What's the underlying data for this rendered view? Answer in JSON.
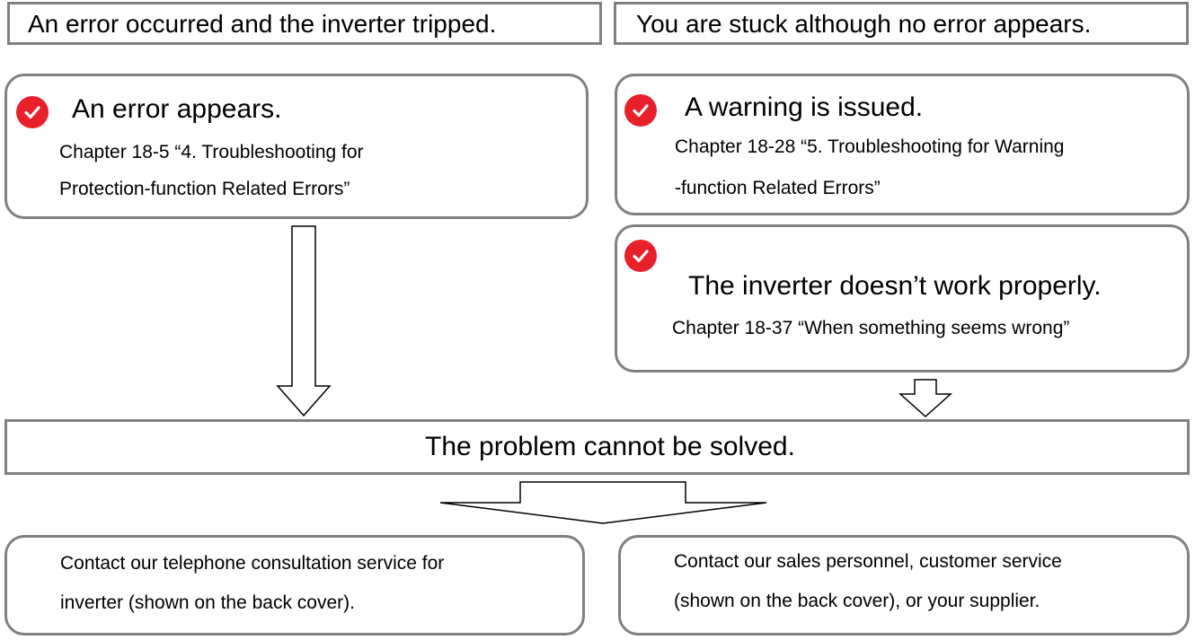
{
  "headers": {
    "left": "An error occurred and the inverter tripped.",
    "right": "You are stuck although no error appears."
  },
  "cases": {
    "error": {
      "title": "An error appears.",
      "ref_line1": "Chapter 18-5 “4. Troubleshooting for",
      "ref_line2": "Protection-function Related Errors”"
    },
    "warning": {
      "title": "A warning is issued.",
      "ref_line1": "Chapter 18-28 “5. Troubleshooting for Warning",
      "ref_line2": "-function Related Errors”"
    },
    "not_working": {
      "title": "The inverter doesn’t work properly.",
      "ref_line1": "Chapter 18-37 “When something seems wrong”"
    }
  },
  "unsolved": "The problem cannot be solved.",
  "contacts": {
    "telephone_line1": "Contact our telephone consultation service for",
    "telephone_line2": "inverter (shown on the back cover).",
    "sales_line1": "Contact our sales personnel, customer service",
    "sales_line2": "(shown on the back cover), or your supplier."
  },
  "colors": {
    "border": "#808080",
    "check_mark": "#e8202a"
  },
  "icons": [
    "check-icon",
    "down-arrow"
  ]
}
